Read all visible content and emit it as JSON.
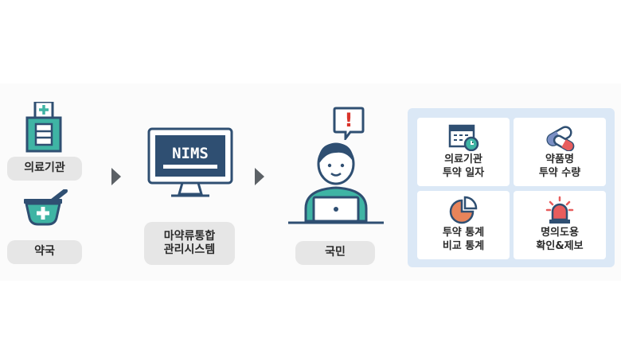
{
  "left": {
    "hospital_label": "의료기관",
    "pharmacy_label": "약국"
  },
  "system": {
    "screen_title": "NIMS",
    "label_line1": "마약류통합",
    "label_line2": "관리시스템"
  },
  "citizen": {
    "label": "국민",
    "bubble_symbol": "!"
  },
  "cards": [
    {
      "line1": "의료기관",
      "line2": "투약 일자",
      "icon": "calendar-clock-icon"
    },
    {
      "line1": "약품명",
      "line2": "투약 수량",
      "icon": "capsule-icon"
    },
    {
      "line1": "투약 통계",
      "line2": "비교 통계",
      "icon": "pie-chart-icon"
    },
    {
      "line1": "명의도용",
      "line2": "확인&제보",
      "icon": "siren-icon"
    }
  ],
  "colors": {
    "teal": "#3fb4a4",
    "navy": "#2f4f72",
    "panel": "#dbe8f6",
    "pill": "#e6e6e6",
    "arrow": "#5c6166"
  }
}
